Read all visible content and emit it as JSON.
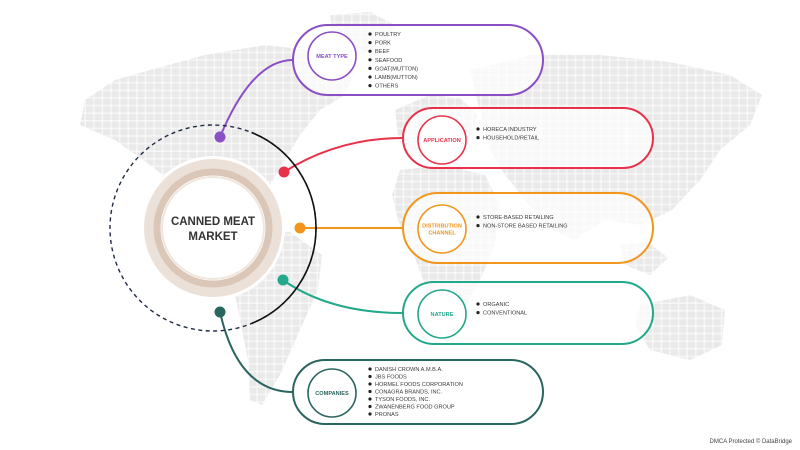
{
  "center": {
    "line1": "CANNED MEAT",
    "line2": "MARKET"
  },
  "colors": {
    "ring_outer": "#ece1d8",
    "ring_mid": "#dbc7b7",
    "ring_inner": "#efe6de",
    "dashed": "#1f2a44",
    "map": "#e7e7e7"
  },
  "segments": [
    {
      "title": "MEAT TYPE",
      "title_lines": [
        "MEAT TYPE"
      ],
      "color": "#8a4fc3",
      "items": [
        "POULTRY",
        "PORK",
        "BEEF",
        "SEAFOOD",
        "GOAT(MUTTON)",
        "LAMB(MUTTON)",
        "OTHERS"
      ]
    },
    {
      "title": "APPLICATION",
      "title_lines": [
        "APPLICATION"
      ],
      "color": "#e8324a",
      "items": [
        "HORECA INDUSTRY",
        "HOUSEHOLD/RETAIL"
      ]
    },
    {
      "title": "DISTRIBUTION CHANNEL",
      "title_lines": [
        "DISTRIBUTION",
        "CHANNEL"
      ],
      "color": "#f0961c",
      "items": [
        "STORE-BASED RETAILING",
        "NON-STORE BASED RETAILING"
      ]
    },
    {
      "title": "NATURE",
      "title_lines": [
        "NATURE"
      ],
      "color": "#22a88a",
      "items": [
        "ORGANIC",
        "CONVENTIONAL"
      ]
    },
    {
      "title": "COMPANIES",
      "title_lines": [
        "COMPANIES"
      ],
      "color": "#2a6660",
      "items": [
        "DANISH CROWN A.M.B.A.",
        "JBS FOODS",
        "HORMEL FOODS CORPORATION",
        "CONAGRA BRANDS, INC.",
        "TYSON FOODS, INC.",
        "ZWANENBERG FOOD GROUP",
        "PRONAS"
      ]
    }
  ],
  "footer": {
    "credit": "DMCA Protected © DataBridge"
  }
}
